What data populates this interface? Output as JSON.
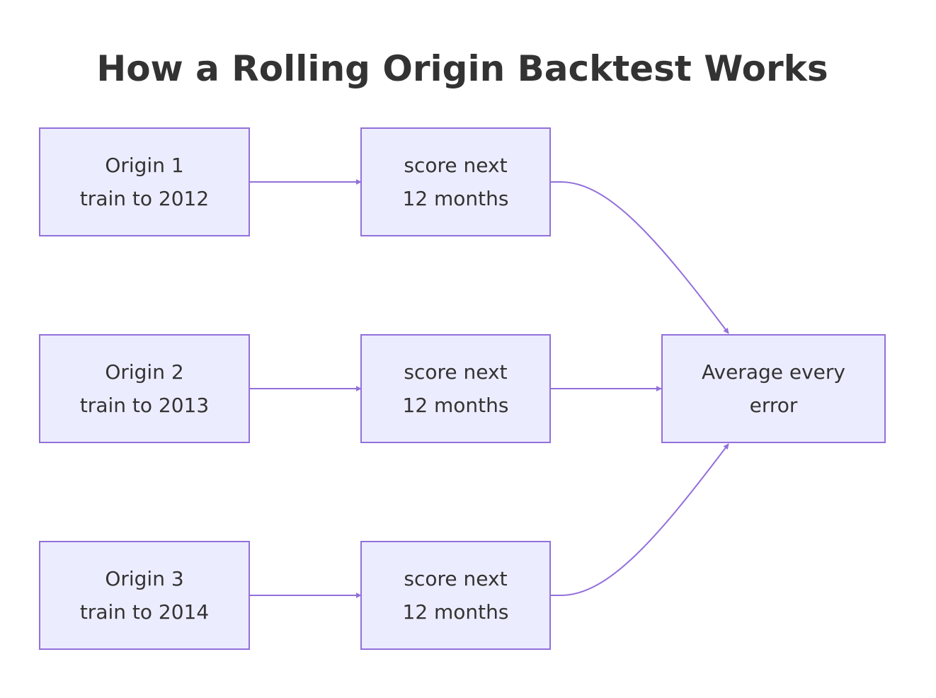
{
  "title": "How a Rolling Origin Backtest Works",
  "colors": {
    "node_fill": "#ececff",
    "node_border": "#9370db",
    "edge": "#9370db",
    "text": "#333333"
  },
  "nodes": {
    "origin1": {
      "line1": "Origin 1",
      "line2": "train to 2012"
    },
    "origin2": {
      "line1": "Origin 2",
      "line2": "train to 2013"
    },
    "origin3": {
      "line1": "Origin 3",
      "line2": "train to 2014"
    },
    "score1": {
      "line1": "score next",
      "line2": "12 months"
    },
    "score2": {
      "line1": "score next",
      "line2": "12 months"
    },
    "score3": {
      "line1": "score next",
      "line2": "12 months"
    },
    "average": {
      "line1": "Average every",
      "line2": "error"
    }
  },
  "edges": [
    {
      "from": "origin1",
      "to": "score1"
    },
    {
      "from": "origin2",
      "to": "score2"
    },
    {
      "from": "origin3",
      "to": "score3"
    },
    {
      "from": "score1",
      "to": "average"
    },
    {
      "from": "score2",
      "to": "average"
    },
    {
      "from": "score3",
      "to": "average"
    }
  ]
}
